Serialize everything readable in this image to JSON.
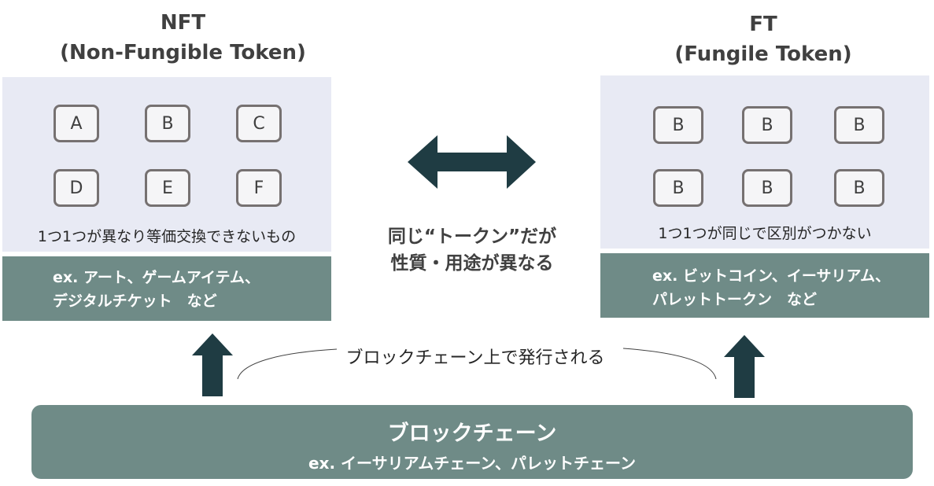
{
  "nft": {
    "title_line1": "NFT",
    "title_line2": "(Non-Fungible Token)",
    "tiles": [
      "A",
      "B",
      "C",
      "D",
      "E",
      "F"
    ],
    "caption": "1つ1つが異なり等価交換できないもの",
    "example_line1": "ex. アート、ゲームアイテム、",
    "example_line2": "デジタルチケット　など"
  },
  "ft": {
    "title_line1": "FT",
    "title_line2": "(Fungile Token)",
    "tiles": [
      "B",
      "B",
      "B",
      "B",
      "B",
      "B"
    ],
    "caption": "1つ1つが同じで区別がつかない",
    "example_line1": "ex. ビットコイン、イーサリアム、",
    "example_line2": "パレットトークン　など"
  },
  "comparison": {
    "line1": "同じ“トークン”だが",
    "line2": "性質・用途が異なる"
  },
  "issued_label": "ブロックチェーン上で発行される",
  "blockchain": {
    "title": "ブロックチェーン",
    "example": "ex. イーサリアムチェーン、パレットチェーン"
  },
  "colors": {
    "panel": "#e8eaf4",
    "example_box": "#6f8b87",
    "arrow": "#1f3c43",
    "tile_border": "#767171"
  }
}
